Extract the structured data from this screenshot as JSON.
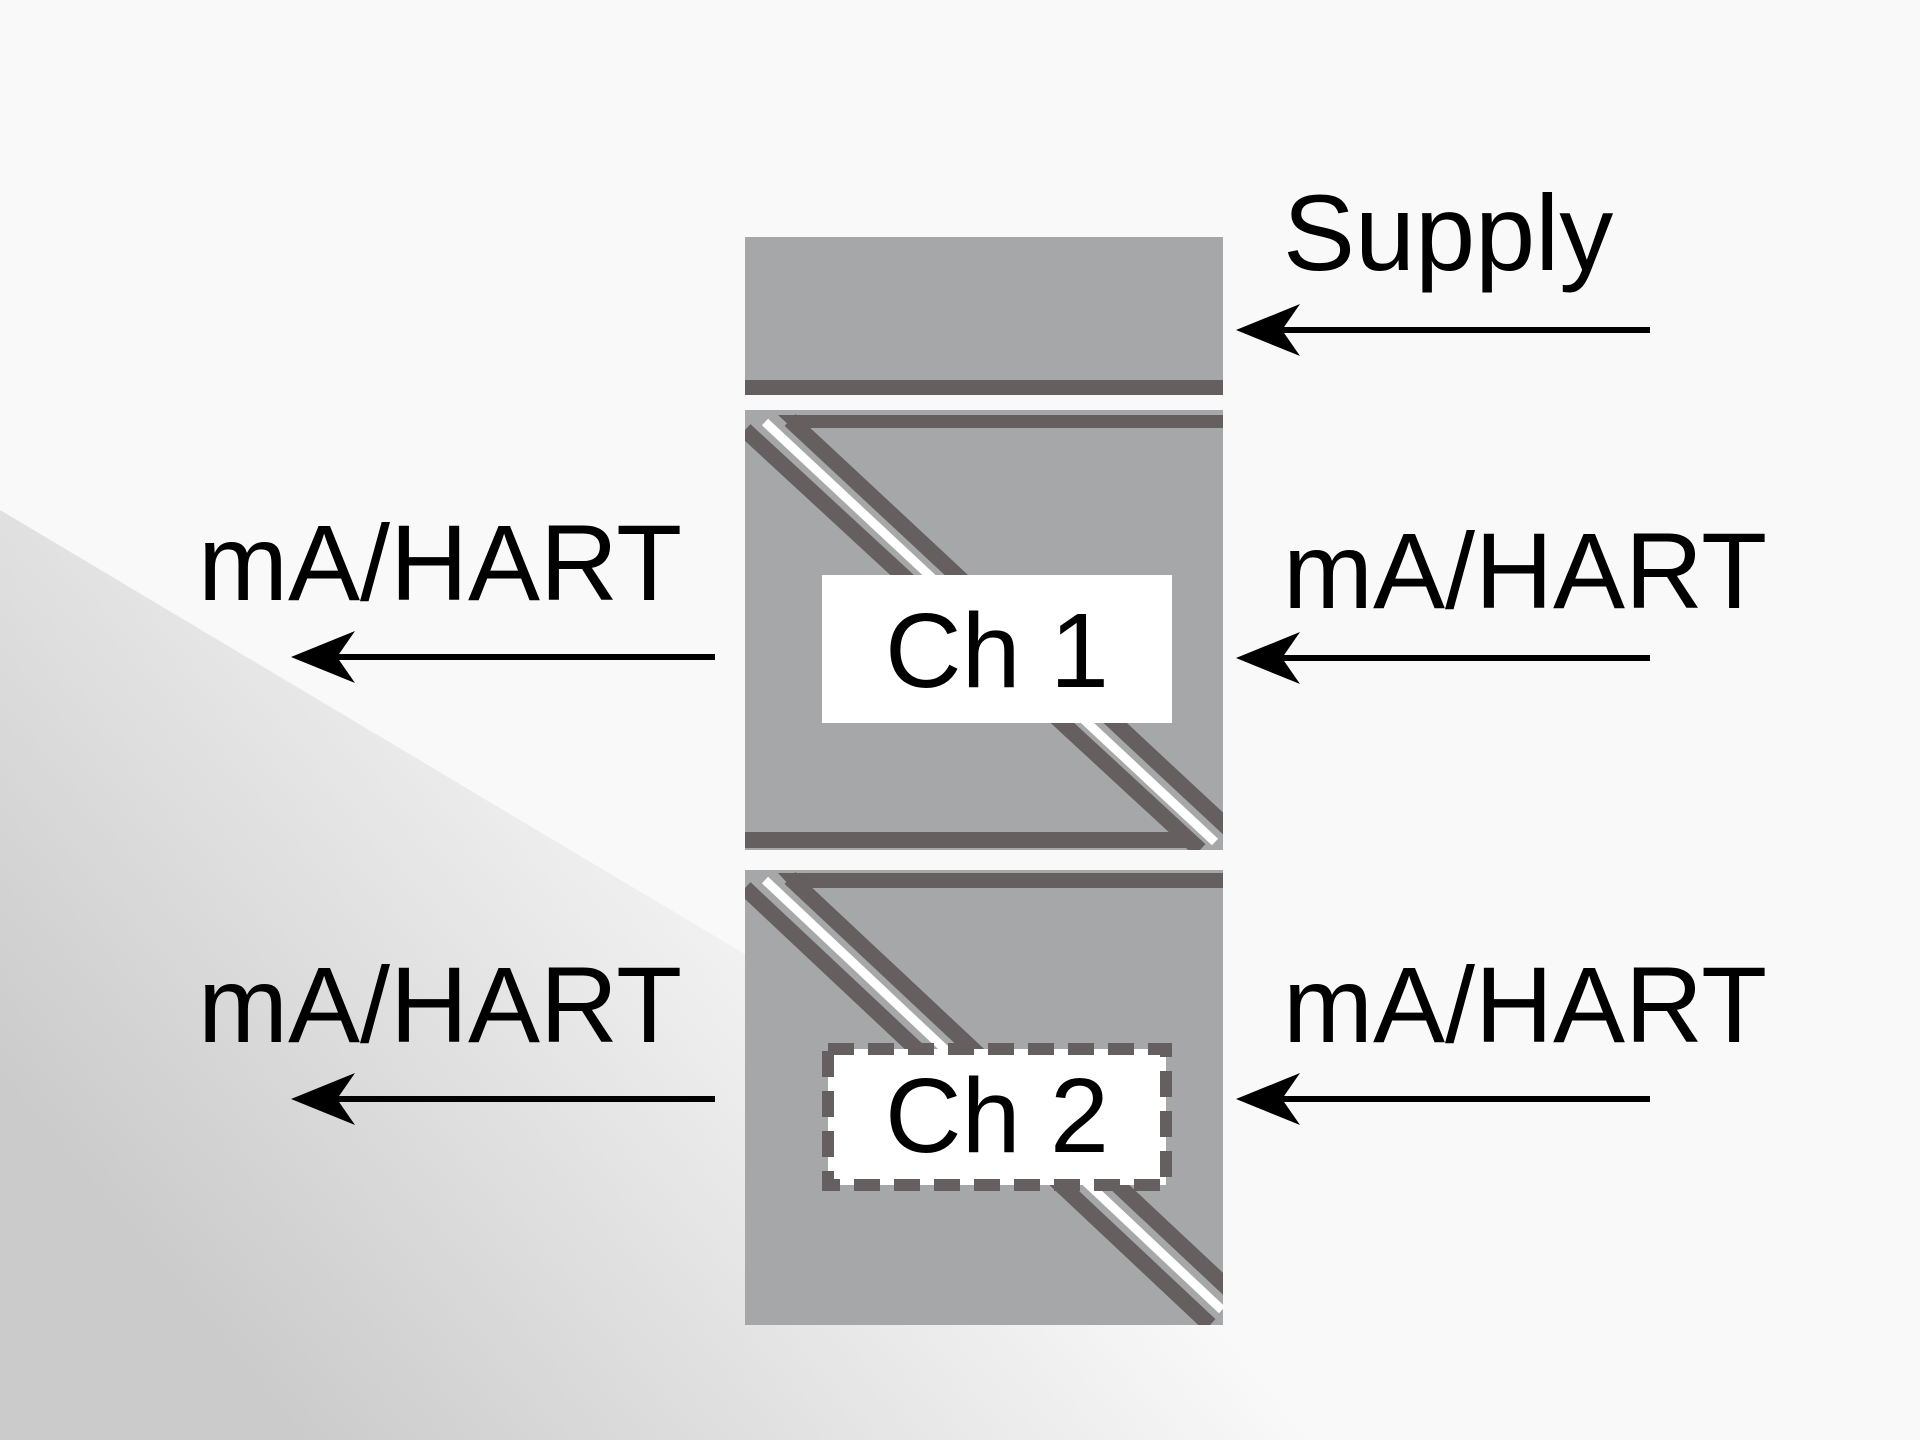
{
  "diagram": {
    "colors": {
      "background_light": "#f8f9f8",
      "background_shadow": "#cccbcc",
      "module_fill": "#a6a7a9",
      "module_edge": "#655f5f",
      "label_box_fill": "#ffffff",
      "text": "#000000",
      "arrow": "#000000"
    },
    "supply": {
      "label": "Supply",
      "arrow_direction": "left-into-module"
    },
    "channels": [
      {
        "name": "Ch 1",
        "box_style": "solid",
        "input_label": "mA/HART",
        "output_label": "mA/HART"
      },
      {
        "name": "Ch 2",
        "box_style": "dashed",
        "input_label": "mA/HART",
        "output_label": "mA/HART"
      }
    ]
  }
}
